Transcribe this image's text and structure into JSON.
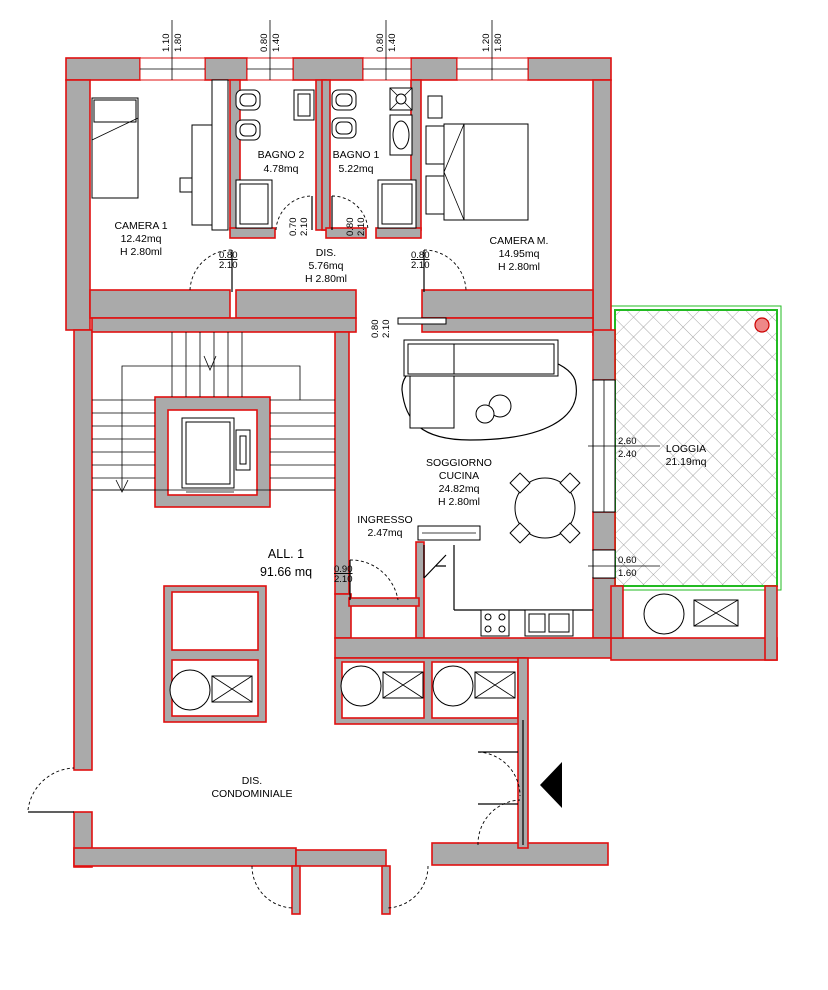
{
  "rooms": {
    "camera1": {
      "name": "CAMERA 1",
      "area": "12.42mq",
      "height": "H 2.80ml"
    },
    "bagno2": {
      "name": "BAGNO 2",
      "area": "4.78mq"
    },
    "bagno1": {
      "name": "BAGNO 1",
      "area": "5.22mq"
    },
    "cameraM": {
      "name": "CAMERA M.",
      "area": "14.95mq",
      "height": "H 2.80ml"
    },
    "dis": {
      "name": "DIS.",
      "area": "5.76mq",
      "height": "H 2.80ml"
    },
    "soggiorno": {
      "name": "SOGGIORNO",
      "name2": "CUCINA",
      "area": "24.82mq",
      "height": "H 2.80ml"
    },
    "loggia": {
      "name": "LOGGIA",
      "area": "21.19mq"
    },
    "ingresso": {
      "name": "INGRESSO",
      "area": "2.47mq"
    },
    "condominiale": {
      "name": "DIS.",
      "name2": "CONDOMINIALE"
    }
  },
  "unit": {
    "name": "ALL. 1",
    "area": "91.66 mq"
  },
  "windows": {
    "w1": {
      "top": "1.10",
      "bottom": "1.80"
    },
    "w2": {
      "top": "0.80",
      "bottom": "1.40"
    },
    "w3": {
      "top": "0.80",
      "bottom": "1.40"
    },
    "w4": {
      "top": "1.20",
      "bottom": "1.80"
    },
    "w5": {
      "top": "2.60",
      "bottom": "2.40"
    },
    "w6": {
      "top": "0.60",
      "bottom": "1.60"
    }
  },
  "doors": {
    "camera1": {
      "w": "0.80",
      "h": "2.10"
    },
    "bagno2": {
      "w": "0.70",
      "h": "2.10"
    },
    "bagno1": {
      "w": "0.80",
      "h": "2.10"
    },
    "cameraM": {
      "w": "0.80",
      "h": "2.10"
    },
    "soggiorno": {
      "w": "0.80",
      "h": "2.10"
    },
    "ingresso": {
      "w": "0.90",
      "h": "2.10"
    }
  },
  "colors": {
    "wall_fill": "#aaaaaa",
    "wall_outline": "#e01010",
    "loggia_outline": "#22bb22"
  }
}
